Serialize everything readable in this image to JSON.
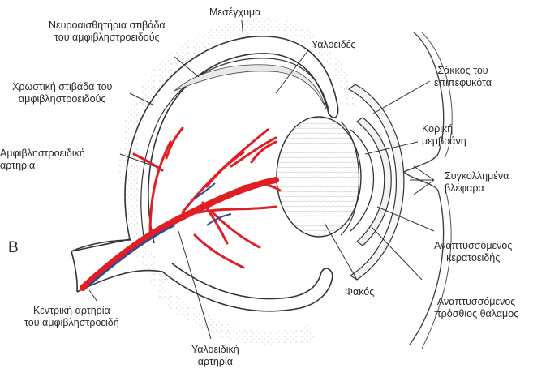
{
  "panel_letter": "B",
  "labels": {
    "mesenchyme": "Μεσέγχυμα",
    "neural_retina": [
      "Νευροαισθητήρια στιβάδα",
      "του αμφιβληστροειδούς"
    ],
    "pigment_retina": [
      "Χρωστική στιβάδα του",
      "αμφιβληστροειδούς"
    ],
    "retinal_artery": [
      "Αμφιβληστροειδική",
      "αρτηρία"
    ],
    "central_artery": [
      "Κεντρική αρτηρία",
      "του αμφιβληστροειδή"
    ],
    "hyaloid_artery": [
      "Υαλοειδική",
      "αρτηρία"
    ],
    "vitreous": "Υαλοειδές",
    "lens": "Φακός",
    "conjunctival_sac": [
      "Σάκκος του",
      "επιπεφυκότα"
    ],
    "pupillary_membrane": [
      "Κορική",
      "μεμβράνη"
    ],
    "fused_eyelids": [
      "Συγκολλημένα",
      "βλέφαρα"
    ],
    "developing_cornea": [
      "Αναπτυσσόμενος",
      "κερατοειδής"
    ],
    "developing_anterior_chamber": [
      "Αναπτυσσόμενος",
      "πρόσθιος θαλαμος"
    ]
  },
  "colors": {
    "artery": "#e01e24",
    "vein": "#2b4c9b",
    "outline": "#333333",
    "stipple": "#9a9a9a"
  }
}
